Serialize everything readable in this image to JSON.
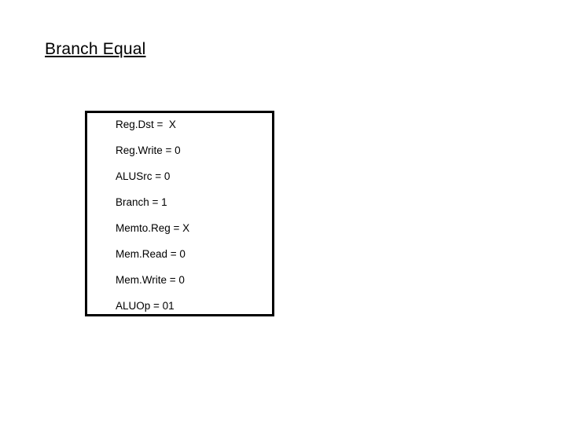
{
  "slide": {
    "title": "Branch Equal",
    "control_signals": [
      "Reg.Dst =  X",
      "Reg.Write = 0",
      "ALUSrc = 0",
      "Branch = 1",
      "Memto.Reg = X",
      "Mem.Read = 0",
      "Mem.Write = 0",
      "ALUOp = 01"
    ]
  }
}
